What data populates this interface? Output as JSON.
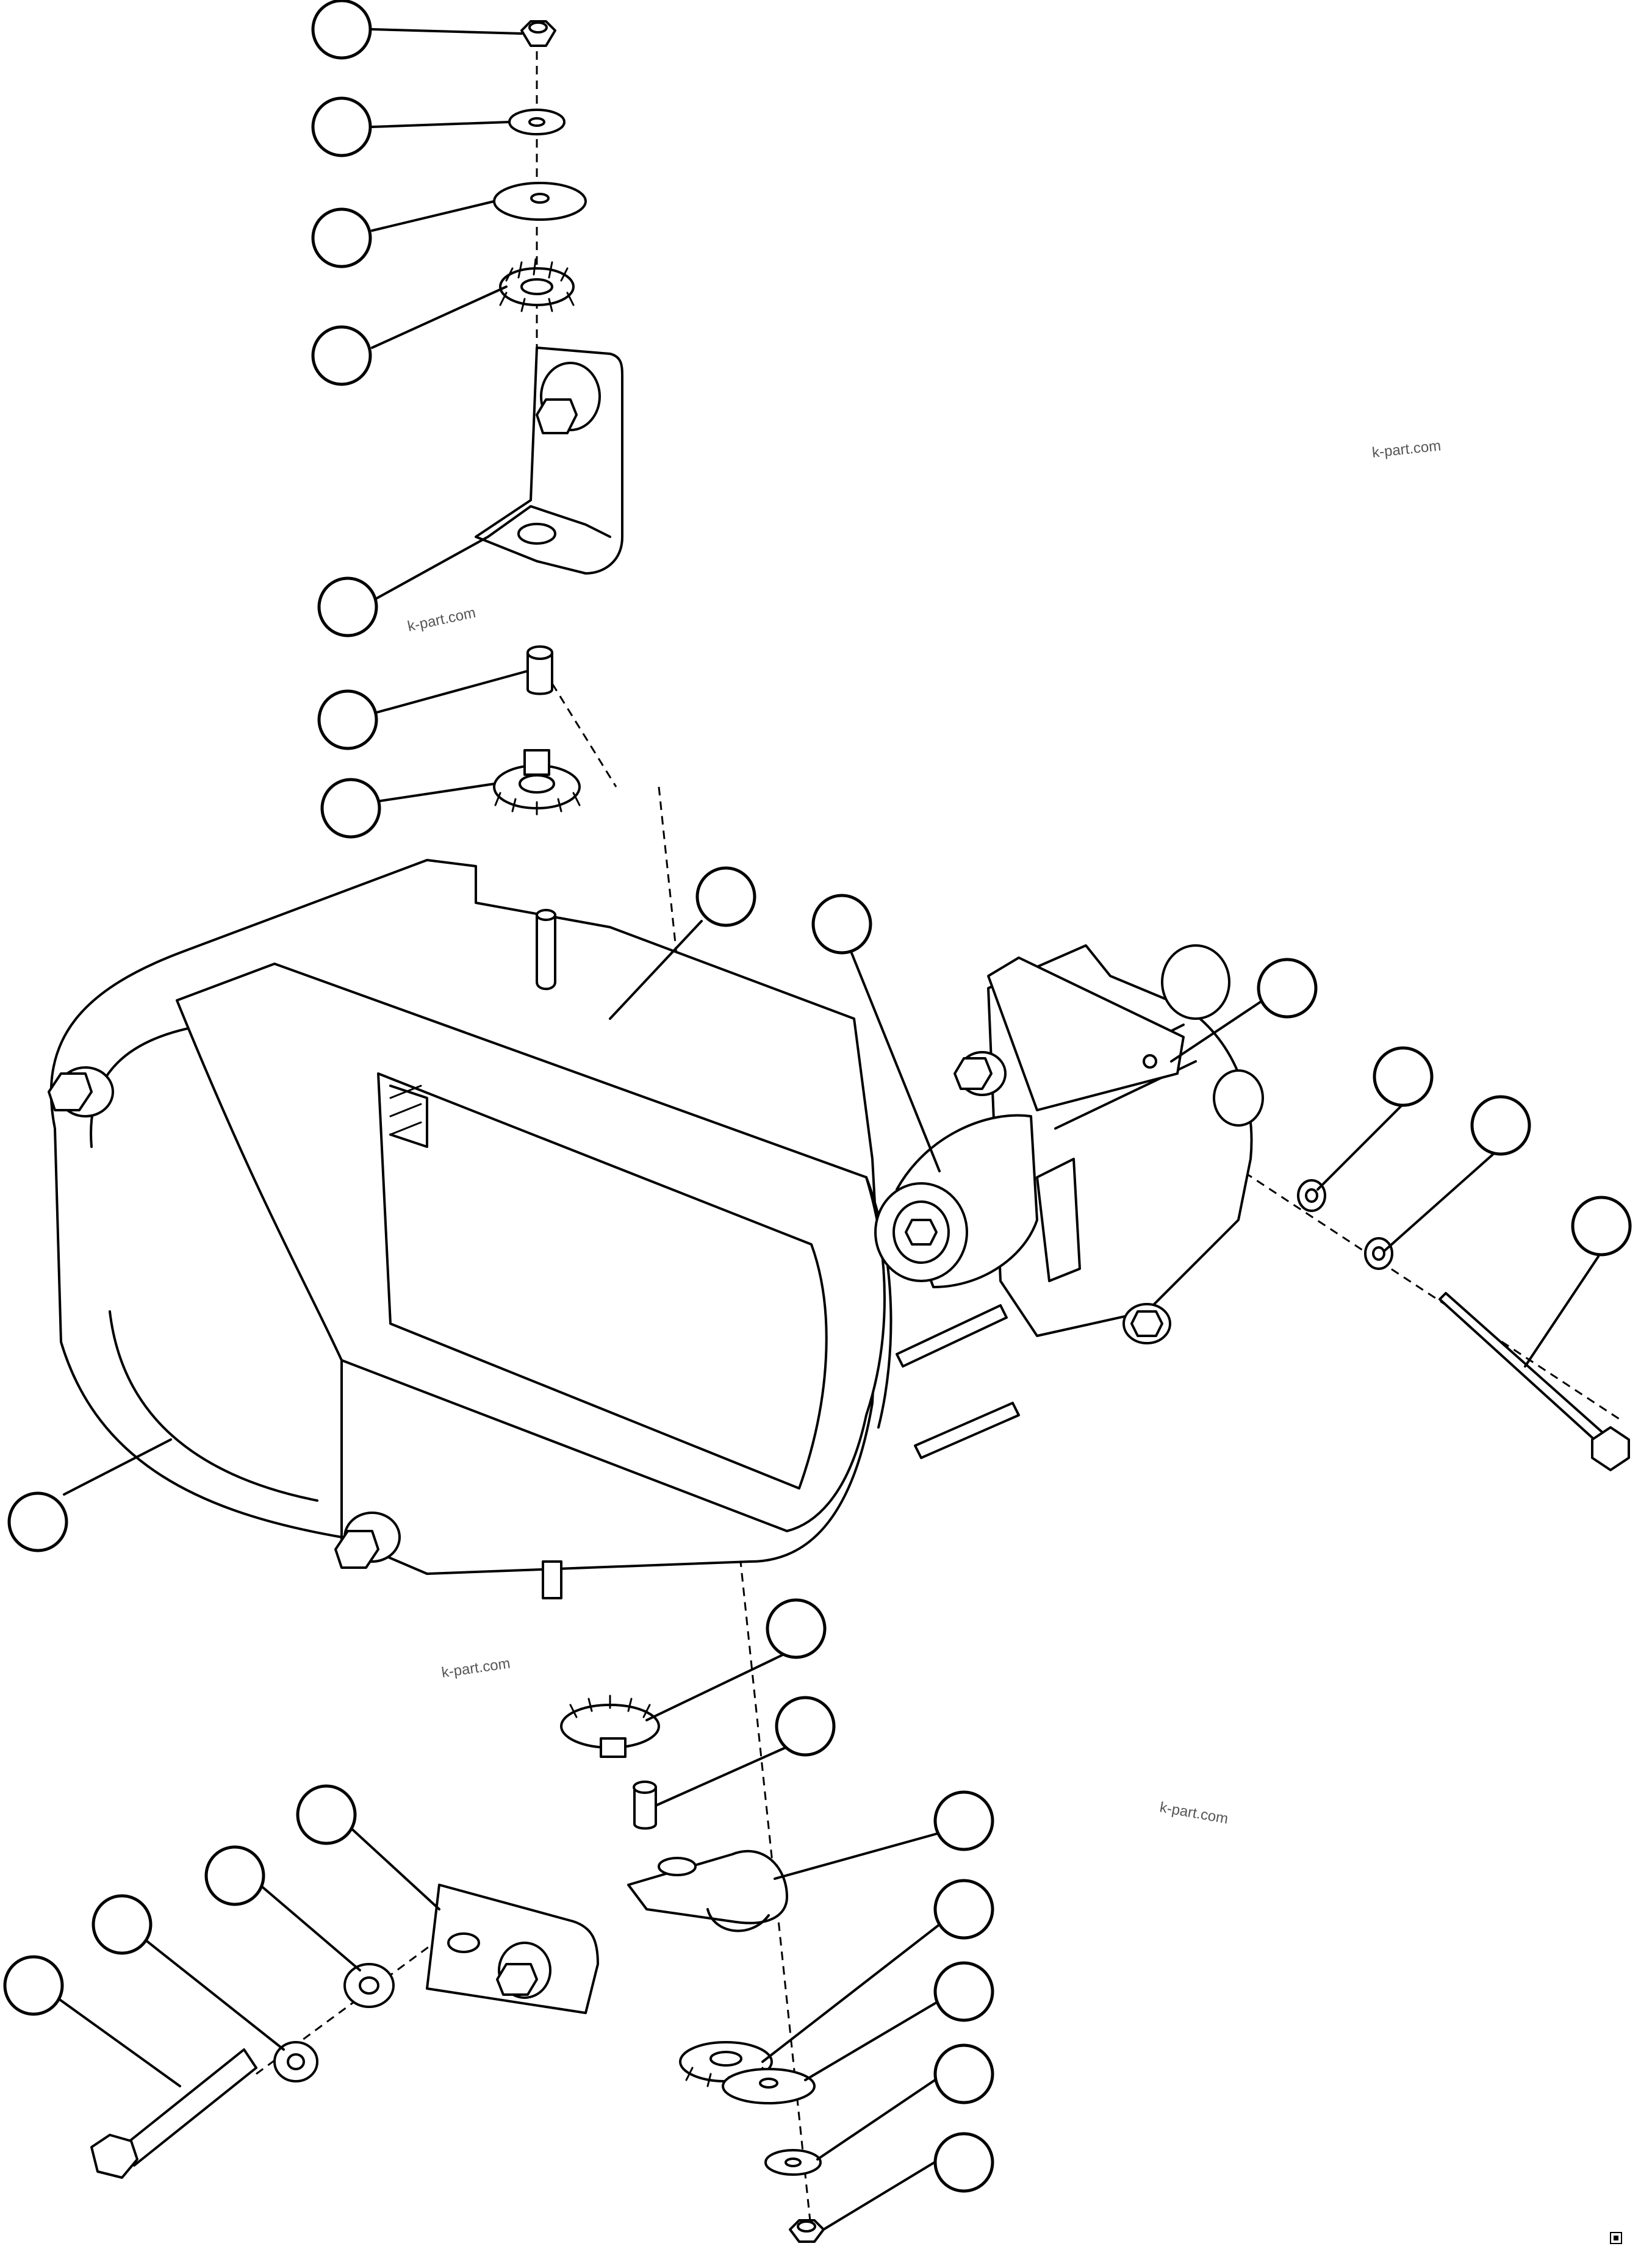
{
  "watermarks": [
    "k-part.com",
    "k-part.com",
    "k-part.com",
    "k-part.com"
  ],
  "callout_count": 25
}
